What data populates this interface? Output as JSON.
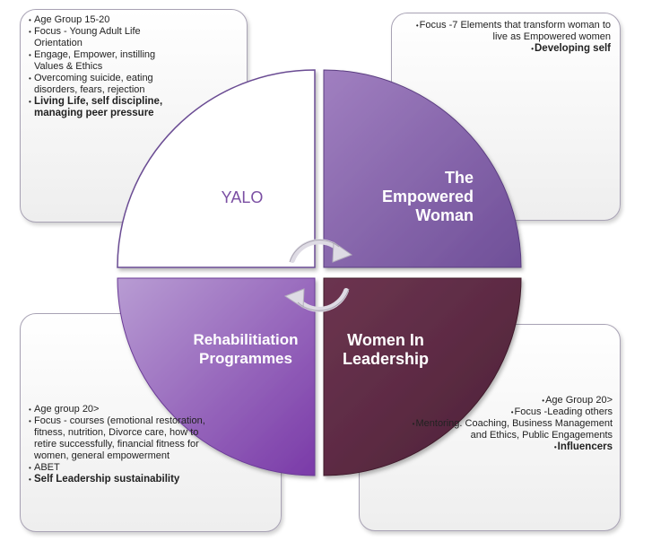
{
  "colors": {
    "yalo_fill": "#ffffff",
    "yalo_text": "#7b4fa3",
    "empowered_fill": "#8a68ae",
    "rehab_fill": "#8e56b4",
    "leadership_fill": "#5e2b43",
    "box_border": "#a8a2b4"
  },
  "icons": [
    "cycle-arrow-icon"
  ],
  "quadrants": {
    "yalo": {
      "label": "YALO"
    },
    "empowered": {
      "label_line1": "The",
      "label_line2": "Empowered",
      "label_line3": "Woman"
    },
    "rehab": {
      "label_line1": "Rehabilitiation",
      "label_line2": "Programmes"
    },
    "leadership": {
      "label_line1": "Women In",
      "label_line2": "Leadership"
    }
  },
  "notes": {
    "top_left": [
      "Age Group 15-20",
      "Focus - Young Adult Life Orientation",
      "Engage, Empower, instilling Values & Ethics",
      "Overcoming suicide, eating disorders, fears, rejection",
      "Living Life, self discipline, managing peer pressure"
    ],
    "top_right": [
      "Focus -7 Elements that transform woman to live as Empowered women",
      "Developing self"
    ],
    "bottom_left": [
      "Age group 20>",
      "Focus - courses (emotional restoration, fitness, nutrition, Divorce care, how to retire successfully, financial fitness for women,  general empowerment",
      "ABET",
      "Self Leadership sustainability"
    ],
    "bottom_right": [
      "Age Group 20>",
      "Focus -Leading others",
      "Mentoring. Coaching, Business Management and Ethics, Public Engagements",
      "Influencers"
    ]
  }
}
